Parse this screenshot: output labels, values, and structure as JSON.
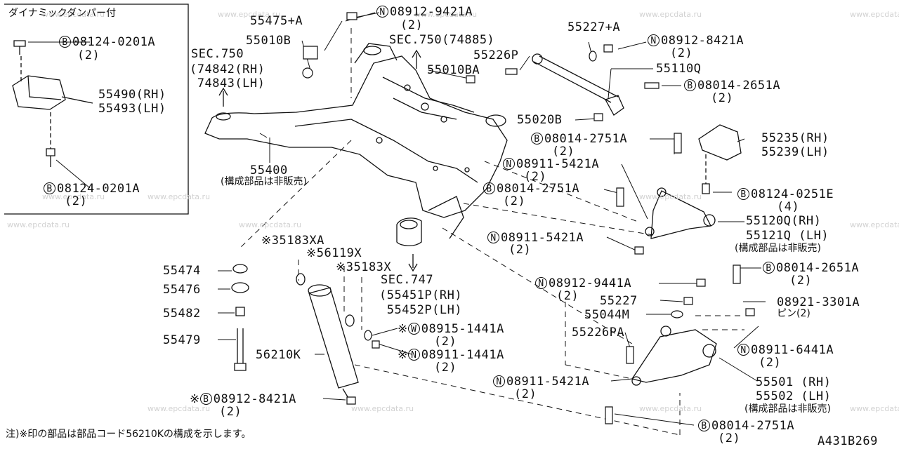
{
  "watermark": "www.epcdata.ru",
  "inset_title": "ダイナミックダンパー付",
  "footnote": "注)※印の部品は部品コード56210Kの構成を示します。",
  "diagram_code": "A431B269",
  "sec_labels": {
    "sec750_left": "SEC.750",
    "sec750_left_rh": "(74842(RH)",
    "sec750_left_lh": " 74843(LH)",
    "sec750_top": "SEC.750(74885)",
    "sec747": "SEC.747",
    "sec747_rh": "(55451P(RH)",
    "sec747_lh": " 55452P(LH)"
  },
  "parts": {
    "p55475": "55475+A",
    "p55010B": "55010B",
    "p55010BA": "55010BA",
    "p55226P": "55226P",
    "p55227A": "55227+A",
    "p55110Q": "55110Q",
    "p55020B": "55020B",
    "p55490": "55490(RH)",
    "p55493": "55493(LH)",
    "p55400": "55400",
    "p55400_note": "(構成部品は非販売)",
    "p55235": "55235(RH)",
    "p55239": "55239(LH)",
    "p55120Q": "55120Q(RH)",
    "p55121Q": "55121Q (LH)",
    "p55120_note": "(構成部品は非販売)",
    "p35183XA": "※35183XA",
    "p56119X": "※56119X",
    "p35183X": "※35183X",
    "p55474": "55474",
    "p55476": "55476",
    "p55482": "55482",
    "p55479": "55479",
    "p56210K": "56210K",
    "p55227": "55227",
    "p55044M": "55044M",
    "p55226PA": "55226PA",
    "p55501": "55501 (RH)",
    "p55502": "55502 (LH)",
    "p55501_note": "(構成部品は非販売)",
    "pin_label": "ピン(2)"
  },
  "callouts": [
    {
      "sym": "N",
      "num": "08912-9421A",
      "qty": "(2)"
    },
    {
      "sym": "N",
      "num": "08912-8421A",
      "qty": "(2)"
    },
    {
      "sym": "B",
      "num": "08014-2651A",
      "qty": "(2)"
    },
    {
      "sym": "B",
      "num": "08124-0201A",
      "qty": "(2)"
    },
    {
      "sym": "B",
      "num": "08124-0201A",
      "qty": "(2)"
    },
    {
      "sym": "B",
      "num": "08014-2751A",
      "qty": "(2)"
    },
    {
      "sym": "N",
      "num": "08911-5421A",
      "qty": "(2)"
    },
    {
      "sym": "B",
      "num": "08014-2751A",
      "qty": "(2)"
    },
    {
      "sym": "B",
      "num": "08124-0251E",
      "qty": "(4)"
    },
    {
      "sym": "N",
      "num": "08911-5421A",
      "qty": "(2)"
    },
    {
      "sym": "B",
      "num": "08014-2651A",
      "qty": "(2)"
    },
    {
      "sym": "N",
      "num": "08912-9441A",
      "qty": "(2)"
    },
    {
      "sym": "",
      "num": "08921-3301A",
      "qty": ""
    },
    {
      "sym": "W",
      "num": "08915-1441A",
      "qty": "(2)"
    },
    {
      "sym": "N",
      "num": "08911-1441A",
      "qty": "(2)"
    },
    {
      "sym": "N",
      "num": "08911-6441A",
      "qty": "(2)"
    },
    {
      "sym": "N",
      "num": "08911-5421A",
      "qty": "(2)"
    },
    {
      "sym": "B",
      "num": "08912-8421A",
      "qty": "(2)"
    },
    {
      "sym": "B",
      "num": "08014-2751A",
      "qty": "(2)"
    }
  ]
}
